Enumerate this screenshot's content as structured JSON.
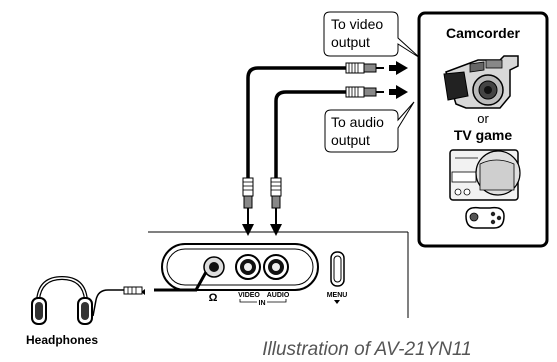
{
  "callouts": {
    "video_line1": "To video",
    "video_line2": "output",
    "audio_line1": "To audio",
    "audio_line2": "output"
  },
  "device_box": {
    "camcorder": "Camcorder",
    "or": "or",
    "tv_game": "TV game"
  },
  "panel": {
    "video": "VIDEO",
    "audio": "AUDIO",
    "in": "IN",
    "menu": "MENU",
    "headphone_symbol": "Ω"
  },
  "headphones_label": "Headphones",
  "caption": "Illustration of AV-21YN11",
  "icons": [
    "camcorder-icon",
    "tv-game-console-icon",
    "game-controller-icon",
    "headphones-icon",
    "rca-plug-icon",
    "arrow-right-icon"
  ]
}
